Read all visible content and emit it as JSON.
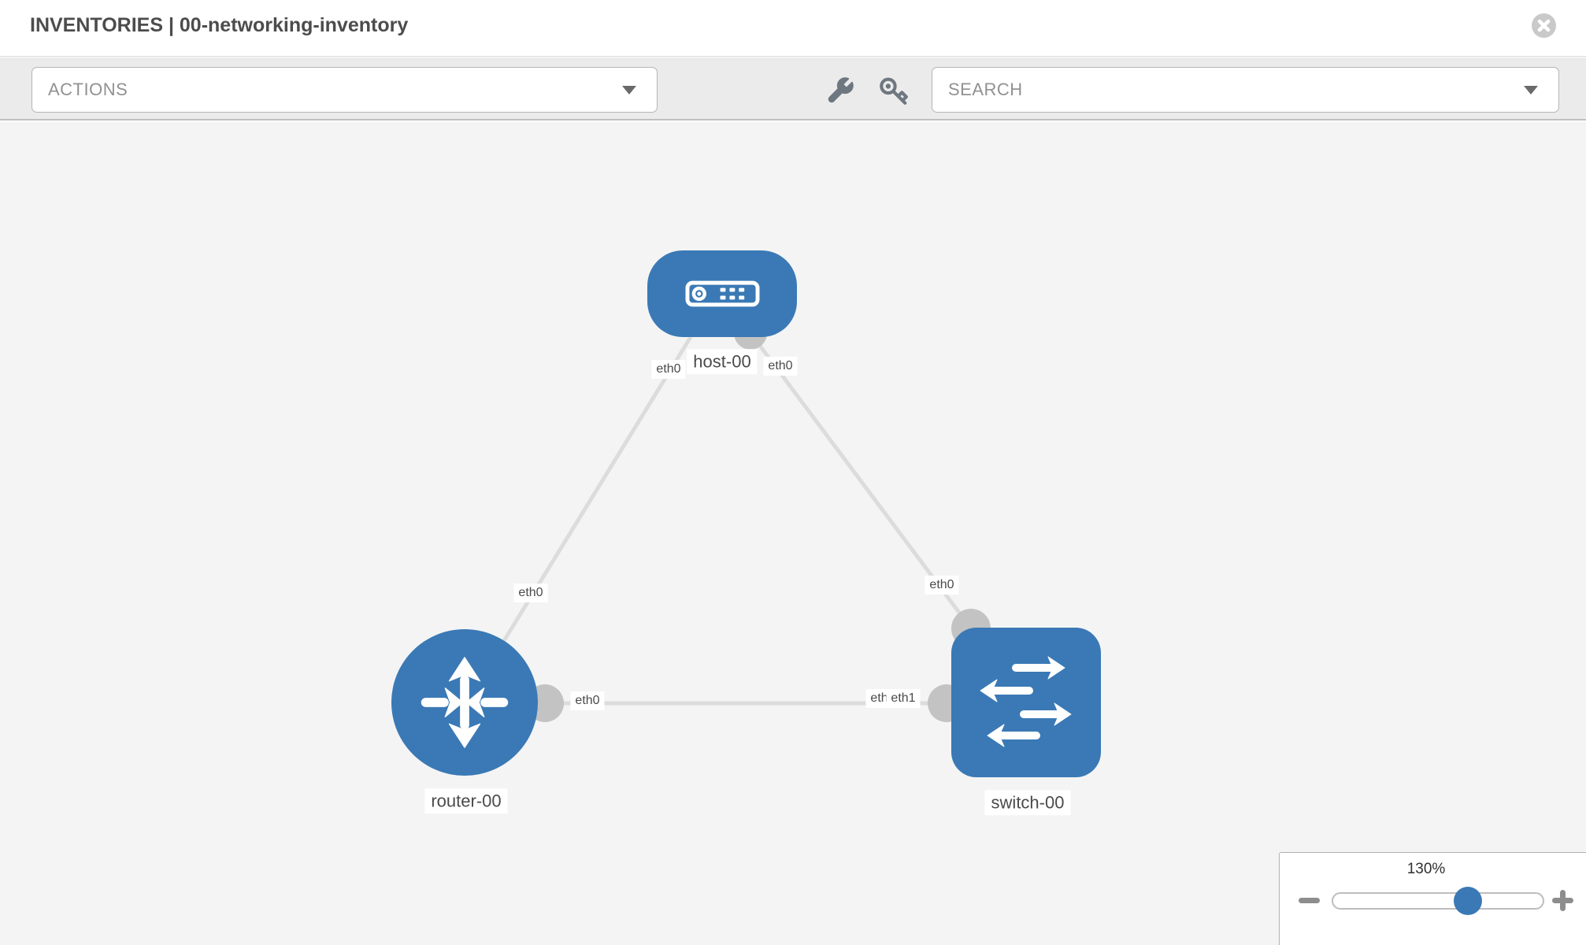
{
  "header": {
    "title": "INVENTORIES | 00-networking-inventory"
  },
  "toolbar": {
    "actions_placeholder": "ACTIONS",
    "search_placeholder": "SEARCH"
  },
  "topology": {
    "nodes": [
      {
        "name": "host-00",
        "type": "host"
      },
      {
        "name": "router-00",
        "type": "router"
      },
      {
        "name": "switch-00",
        "type": "switch"
      }
    ],
    "links": [
      {
        "from": "router-00",
        "to": "host-00"
      },
      {
        "from": "host-00",
        "to": "switch-00"
      },
      {
        "from": "router-00",
        "to": "switch-00"
      }
    ],
    "interface_labels": {
      "host_left": "eth0",
      "host_right": "eth0",
      "link_router_host": "eth0",
      "link_host_switch": "eth0",
      "link_mid_router_end": "eth0",
      "link_mid_switch_end_a": "eth0",
      "link_mid_switch_end_b": "eth1"
    }
  },
  "zoom_control": {
    "level": "130%"
  },
  "colors": {
    "node_blue": "#3a79b5",
    "link_gray": "#dcdcdc",
    "connector_gray": "#c3c3c3",
    "canvas_bg": "#f4f4f4",
    "toolbar_bg": "#ebebeb",
    "icon_gray": "#6e7780",
    "label_text": "#4a4a4a"
  }
}
